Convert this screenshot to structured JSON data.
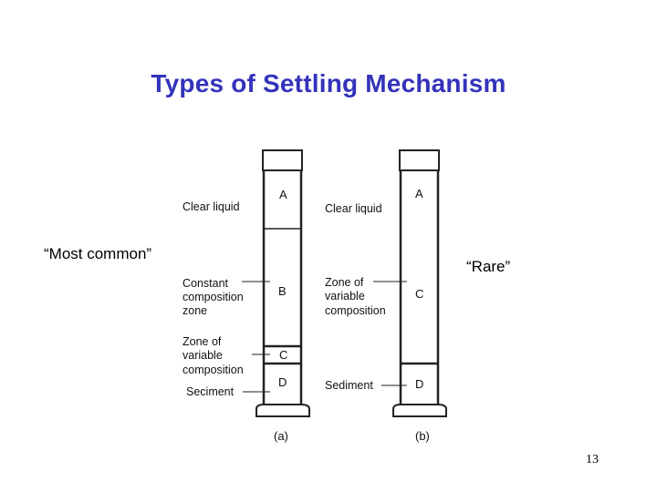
{
  "title": "Types of Settling Mechanism",
  "annotations": {
    "most_common": "“Most common”",
    "rare": "“Rare”"
  },
  "page_number": "13",
  "cylinder_a": {
    "caption": "(a)",
    "zones": [
      "A",
      "B",
      "C",
      "D"
    ],
    "labels": {
      "clear_liquid": "Clear liquid",
      "constant_zone": [
        "Constant",
        "composition",
        "zone"
      ],
      "variable_zone": [
        "Zone of",
        "variable",
        "composition"
      ],
      "sediment": "Seciment"
    }
  },
  "cylinder_b": {
    "caption": "(b)",
    "zones": [
      "A",
      "C",
      "D"
    ],
    "labels": {
      "clear_liquid": "Clear liquid",
      "variable_zone": [
        "Zone of",
        "variable",
        "composition"
      ],
      "sediment": "Sediment"
    }
  },
  "colors": {
    "title": "#3333bb",
    "line": "#222222"
  }
}
